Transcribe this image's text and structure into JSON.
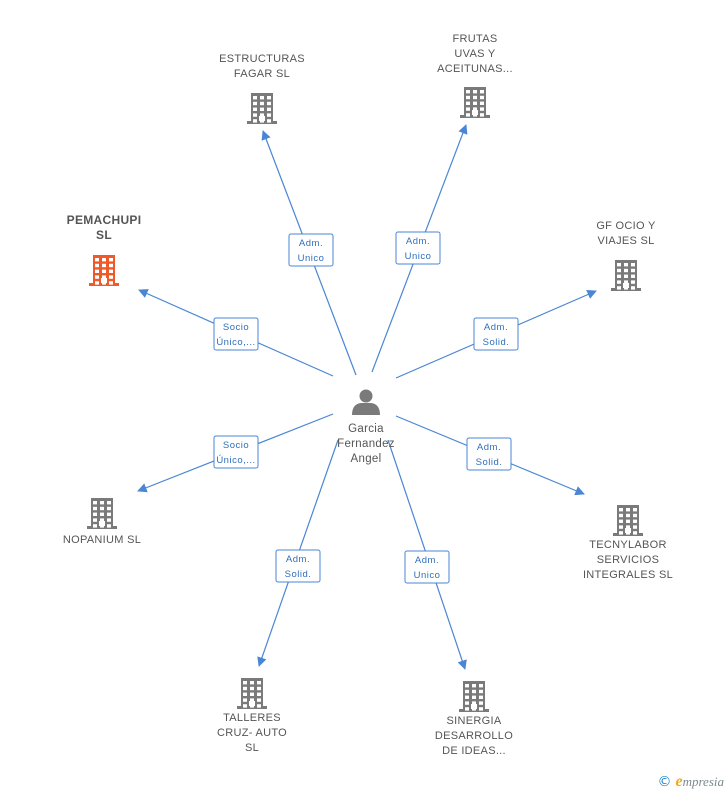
{
  "colors": {
    "edge": "#4a86d4",
    "edge_label_border": "#4a86d4",
    "edge_label_text": "#2f6fbd",
    "building": "#7a7a7a",
    "building_highlight": "#f05a28",
    "person": "#7a7a7a",
    "text": "#555555"
  },
  "center": {
    "name_lines": [
      "Garcia",
      "Fernandez",
      "Angel"
    ],
    "icon": "person-icon"
  },
  "nodes": [
    {
      "id": "estructuras",
      "lines": [
        "ESTRUCTURAS",
        "FAGAR SL"
      ],
      "icon": "building-icon",
      "highlight": false,
      "relation": [
        "Adm.",
        "Unico"
      ]
    },
    {
      "id": "frutas",
      "lines": [
        "FRUTAS",
        "UVAS Y",
        "ACEITUNAS..."
      ],
      "icon": "building-icon",
      "highlight": false,
      "relation": [
        "Adm.",
        "Unico"
      ]
    },
    {
      "id": "gfocio",
      "lines": [
        "GF OCIO Y",
        "VIAJES SL"
      ],
      "icon": "building-icon",
      "highlight": false,
      "relation": [
        "Adm.",
        "Solid."
      ]
    },
    {
      "id": "pemachupi",
      "lines": [
        "PEMACHUPI",
        "SL"
      ],
      "icon": "building-icon",
      "highlight": true,
      "relation": [
        "Socio",
        "Único,..."
      ]
    },
    {
      "id": "nopanium",
      "lines": [
        "NOPANIUM SL"
      ],
      "icon": "building-icon",
      "highlight": false,
      "relation": [
        "Socio",
        "Único,..."
      ]
    },
    {
      "id": "tecnylabor",
      "lines": [
        "TECNYLABOR",
        "SERVICIOS",
        "INTEGRALES SL"
      ],
      "icon": "building-icon",
      "highlight": false,
      "relation": [
        "Adm.",
        "Solid."
      ]
    },
    {
      "id": "talleres",
      "lines": [
        "TALLERES",
        "CRUZ- AUTO",
        "SL"
      ],
      "icon": "building-icon",
      "highlight": false,
      "relation": [
        "Adm.",
        "Solid."
      ]
    },
    {
      "id": "sinergia",
      "lines": [
        "SINERGIA",
        "DESARROLLO",
        "DE IDEAS..."
      ],
      "icon": "building-icon",
      "highlight": false,
      "relation": [
        "Adm.",
        "Unico"
      ]
    }
  ],
  "brand": {
    "copyright": "©",
    "name_initial": "e",
    "name_rest": "mpresia"
  }
}
